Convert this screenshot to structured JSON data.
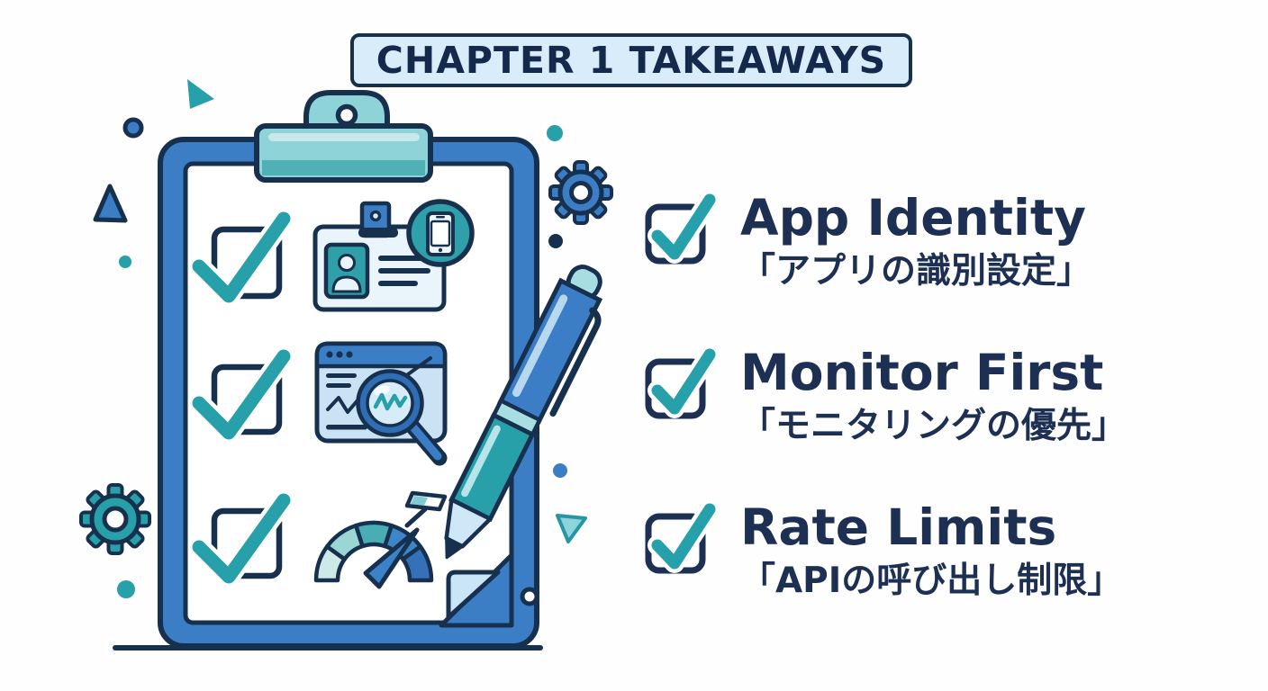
{
  "banner": {
    "title": "CHAPTER 1 TAKEAWAYS"
  },
  "items": [
    {
      "label": "App Identity",
      "subtitle": "「アプリの識別設定」"
    },
    {
      "label": "Monitor First",
      "subtitle": "「モニタリングの優先」"
    },
    {
      "label": "Rate Limits",
      "subtitle": "「APIの呼び出し制限」"
    }
  ],
  "illustration": {
    "icons": [
      "clipboard-icon",
      "clip-icon",
      "checkbox-icon",
      "id-badge-icon",
      "smartphone-icon",
      "analytics-window-icon",
      "magnifier-icon",
      "speedometer-icon",
      "flag-icon",
      "pen-icon",
      "gear-icon",
      "triangle-shape",
      "dot-shape",
      "ground-line"
    ]
  },
  "colors": {
    "navy": "#17304e",
    "text_navy": "#1d3054",
    "blue": "#3b7ec6",
    "dark_blue": "#2f6db5",
    "teal": "#28a0aa",
    "light_teal": "#8ed3d8",
    "pale_teal": "#cdeae6",
    "banner_bg": "#d9ecf9",
    "pale_blue": "#cfe8f7",
    "paper": "#ffffff"
  }
}
